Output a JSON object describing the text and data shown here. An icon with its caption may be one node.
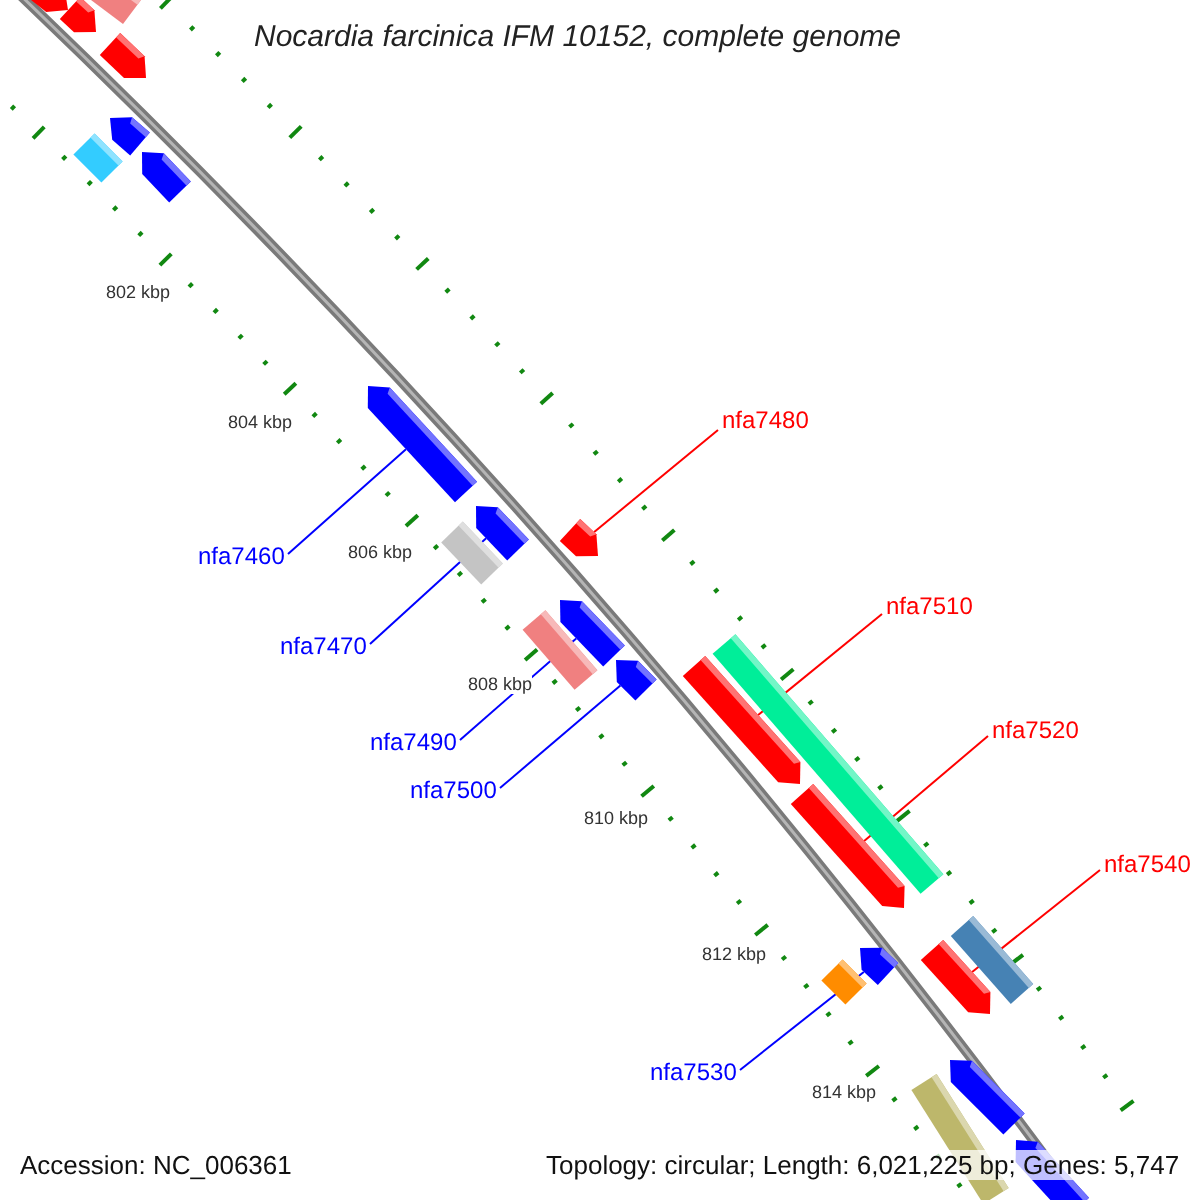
{
  "diagram": {
    "title": "Nocardia farcinica IFM 10152, complete genome",
    "nodes": [
      {
        "text": [
          "nfa7460"
        ]
      },
      {
        "text": [
          "nfa7470"
        ]
      },
      {
        "text": [
          "nfa7480"
        ]
      },
      {
        "text": [
          "nfa7490"
        ]
      },
      {
        "text": [
          "nfa7500"
        ]
      },
      {
        "text": [
          "nfa7510"
        ]
      },
      {
        "text": [
          "nfa7520"
        ]
      },
      {
        "text": [
          "nfa7530"
        ]
      },
      {
        "text": [
          "nfa7540"
        ]
      },
      {
        "text": [],
        "shape": "bar"
      },
      {
        "text": [],
        "shape": "pentagon"
      },
      {
        "text": [],
        "shape": "pentagon"
      },
      {
        "text": [],
        "shape": "pentagon"
      },
      {
        "text": [],
        "shape": "pentagon"
      },
      {
        "text": [],
        "shape": "bar"
      },
      {
        "text": [],
        "shape": "pentagon"
      },
      {
        "text": [],
        "shape": "pentagon"
      },
      {
        "text": [],
        "shape": "pentagon"
      },
      {
        "text": [],
        "shape": "bar"
      },
      {
        "text": [],
        "shape": "pentagon"
      },
      {
        "text": [],
        "shape": "pentagon"
      },
      {
        "text": [],
        "shape": "bar"
      },
      {
        "text": [],
        "shape": "pentagon"
      },
      {
        "text": [],
        "shape": "bar"
      },
      {
        "text": [],
        "shape": "pentagon"
      },
      {
        "text": [],
        "shape": "pentagon"
      },
      {
        "text": [],
        "shape": "pentagon"
      },
      {
        "text": [],
        "shape": "bar"
      },
      {
        "text": [],
        "shape": "bar"
      },
      {
        "text": [],
        "shape": "pentagon"
      },
      {
        "text": [],
        "shape": "bar"
      },
      {
        "text": [],
        "shape": "pentagon"
      },
      {
        "text": [],
        "shape": "pentagon"
      }
    ],
    "edges": [
      {
        "from": 0,
        "to": 16,
        "arrow": "none"
      },
      {
        "from": 1,
        "to": 17,
        "arrow": "none"
      },
      {
        "from": 2,
        "to": 19,
        "arrow": "none",
        "color": "#ff0000"
      },
      {
        "from": 3,
        "to": 20,
        "arrow": "none"
      },
      {
        "from": 4,
        "to": 22,
        "arrow": "none"
      },
      {
        "from": 5,
        "to": 24,
        "arrow": "none",
        "color": "#ff0000"
      },
      {
        "from": 6,
        "to": 25,
        "arrow": "none",
        "color": "#ff0000"
      },
      {
        "from": 7,
        "to": 26,
        "arrow": "none"
      },
      {
        "from": 8,
        "to": 29,
        "arrow": "none",
        "color": "#ff0000"
      }
    ],
    "labels": [
      "802 kbp",
      "804 kbp",
      "806 kbp",
      "808 kbp",
      "810 kbp",
      "812 kbp",
      "814 kbp",
      "Accession: NC_006361",
      "Topology: circular; Length: 6,021,225 bp; Genes: 5,747"
    ]
  }
}
